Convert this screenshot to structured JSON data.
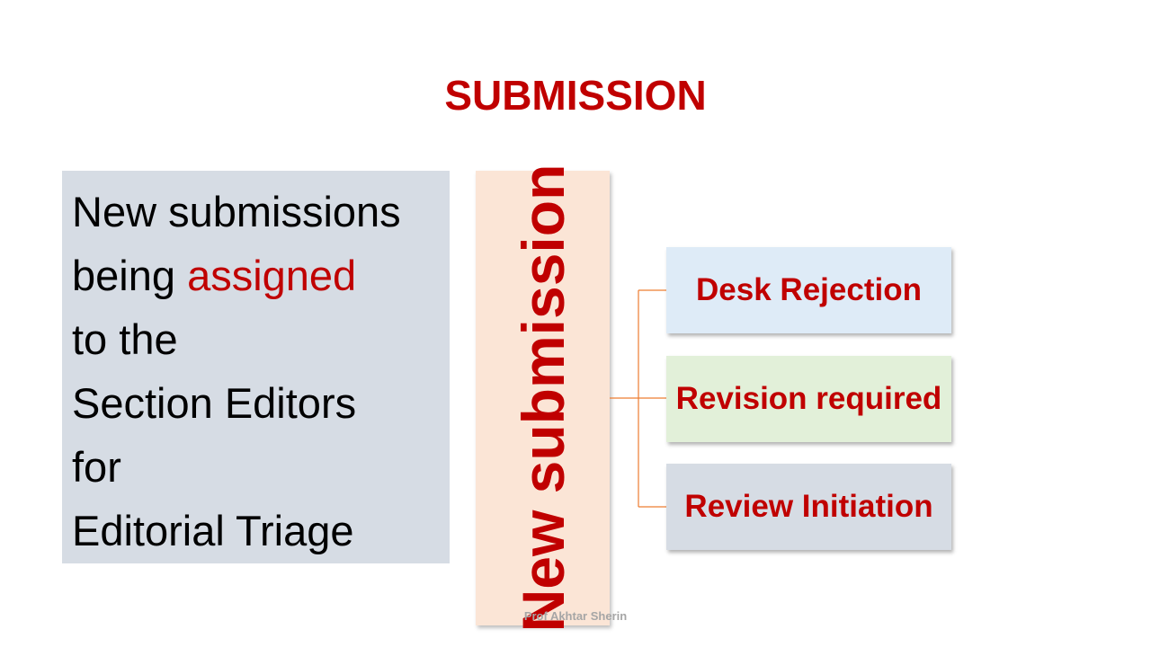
{
  "slide": {
    "title": "SUBMISSION",
    "footer": "Prof Akhtar Sherin"
  },
  "text_box": {
    "line1": "New submissions",
    "line2_prefix": "being ",
    "line2_highlight": "assigned",
    "line3": "to the",
    "line4": "Section Editors",
    "line5": "for",
    "line6": "Editorial Triage"
  },
  "diagram": {
    "root_label": "New submission",
    "nodes": [
      {
        "label": "Desk Rejection"
      },
      {
        "label": "Revision required"
      },
      {
        "label": "Review Initiation"
      }
    ]
  },
  "colors": {
    "title": "#c00000",
    "text_box_bg": "#d6dce4",
    "highlight_red": "#c00000",
    "highlight_blue": "#4472c4",
    "highlight_bright_red": "#ff0000",
    "root_bg": "#fbe5d6",
    "node1_bg": "#deebf7",
    "node2_bg": "#e2f0d9",
    "node3_bg": "#d6dce4",
    "connector": "#ed7d31"
  }
}
